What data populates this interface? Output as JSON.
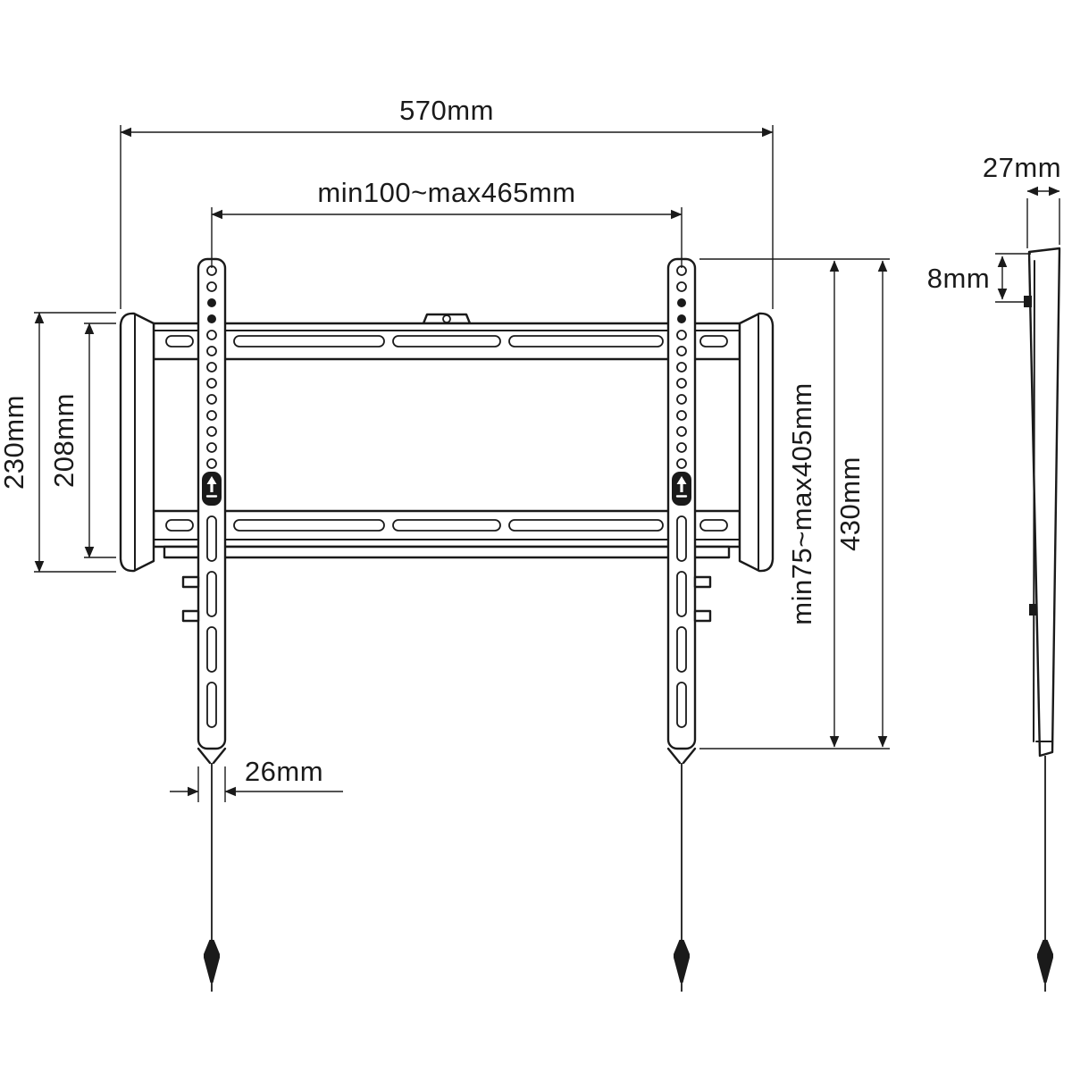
{
  "diagram": {
    "title": "TV wall mount bracket dimensional drawing",
    "line_color": "#1a1a1a",
    "background_color": "#ffffff",
    "front_view": {
      "dimensions": {
        "overall_width": "570mm",
        "vesa_width_range": "min100~max465mm",
        "bracket_outer_height": "230mm",
        "bracket_inner_height": "208mm",
        "vesa_height_range": "min75~max405mm",
        "rail_height": "430mm",
        "rail_width": "26mm"
      }
    },
    "side_view": {
      "dimensions": {
        "depth": "27mm",
        "wall_offset": "8mm"
      }
    }
  }
}
